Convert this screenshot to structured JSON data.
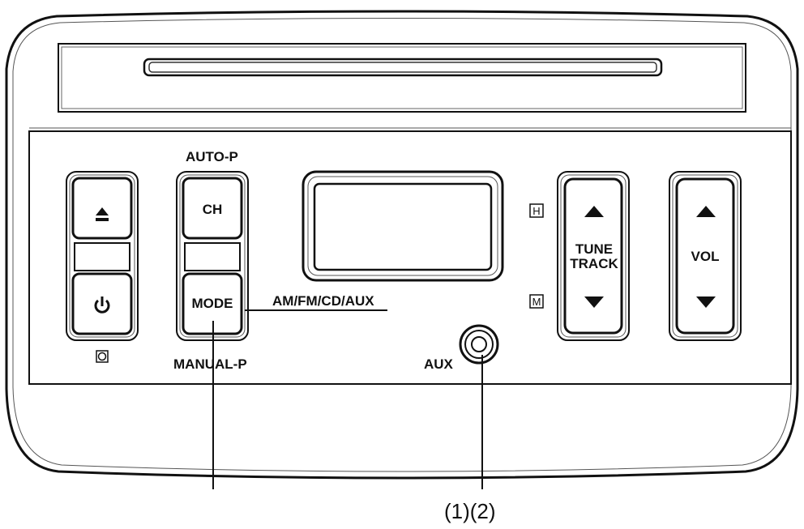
{
  "diagram": {
    "labels": {
      "auto_p": "AUTO-P",
      "manual_p": "MANUAL-P",
      "am_fm_cd_aux": "AM/FM/CD/AUX",
      "aux": "AUX",
      "callout": "(1)(2)",
      "h_indicator": "H",
      "m_indicator": "M"
    },
    "buttons": {
      "eject_symbol": "⏏",
      "power_symbol": "⏻",
      "ch": "CH",
      "mode": "MODE",
      "tune": "TUNE",
      "track": "TRACK",
      "vol": "VOL"
    },
    "icons": {
      "eject": "eject-icon",
      "power": "power-icon",
      "clock": "clock-icon",
      "up": "arrow-up-icon",
      "down": "arrow-down-icon"
    }
  }
}
